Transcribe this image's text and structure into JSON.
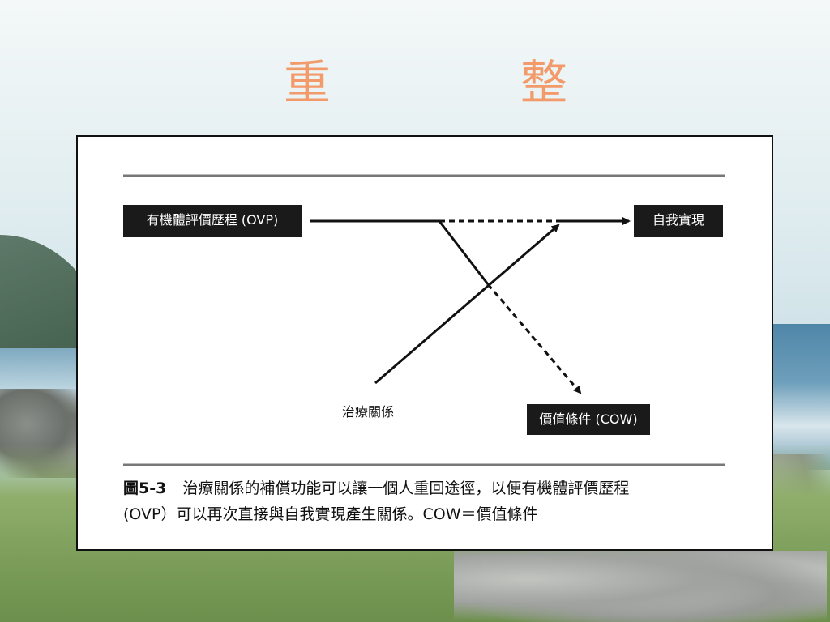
{
  "slide": {
    "title": "重　整"
  },
  "figure": {
    "nodes": {
      "ovp": "有機體評價歷程 (OVP)",
      "self_actualization": "自我實現",
      "therapy": "治療關係",
      "cow": "價值條件 (COW)"
    },
    "caption": {
      "number": "圖5-3",
      "line1": "治療關係的補償功能可以讓一個人重回途徑，以便有機體評價歷程",
      "line2": "(OVP）可以再次直接與自我實現產生關係。COW＝價值條件"
    }
  }
}
